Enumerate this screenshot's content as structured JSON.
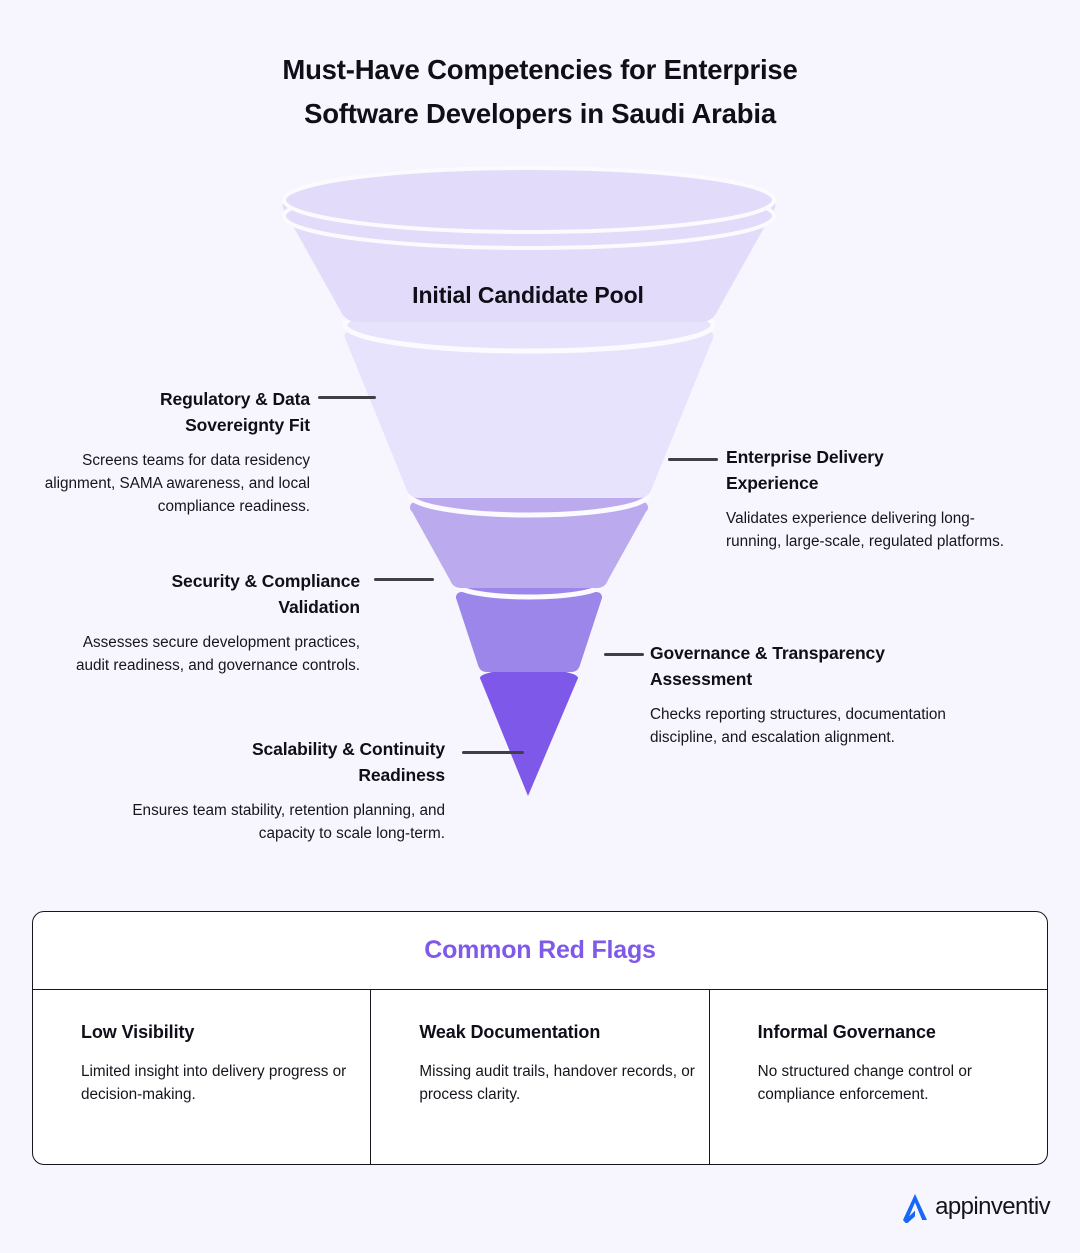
{
  "title": {
    "line1": "Must-Have Competencies for Enterprise",
    "line2": "Software Developers in Saudi Arabia"
  },
  "funnel": {
    "top_label": "Initial Candidate Pool",
    "colors": [
      "#e2dcfa",
      "#e8e3fc",
      "#bcaaef",
      "#9d86ea",
      "#7e58e9"
    ],
    "stages": [
      {
        "side": "left",
        "title": "Regulatory & Data Sovereignty Fit",
        "title_line1": "Regulatory & Data",
        "title_line2": "Sovereignty Fit",
        "description": "Screens teams for data residency alignment, SAMA awareness, and local compliance readiness."
      },
      {
        "side": "right",
        "title": "Enterprise Delivery Experience",
        "title_line1": "Enterprise Delivery",
        "title_line2": "Experience",
        "description": "Validates experience delivering long-running, large-scale, regulated platforms."
      },
      {
        "side": "left",
        "title": "Security & Compliance Validation",
        "title_line1": "Security & Compliance",
        "title_line2": "Validation",
        "description": "Assesses secure development practices, audit readiness, and governance controls."
      },
      {
        "side": "right",
        "title": "Governance & Transparency Assessment",
        "title_line1": "Governance & Transparency",
        "title_line2": "Assessment",
        "description": "Checks reporting structures, documentation discipline, and escalation alignment."
      },
      {
        "side": "left",
        "title": "Scalability & Continuity Readiness",
        "title_line1": "Scalability & Continuity",
        "title_line2": "Readiness",
        "description": "Ensures team stability, retention planning, and capacity to scale long-term."
      }
    ]
  },
  "red_flags": {
    "heading": "Common Red Flags",
    "heading_color": "#7f5ae8",
    "items": [
      {
        "title": "Low Visibility",
        "description": "Limited insight into delivery progress or decision-making."
      },
      {
        "title": "Weak Documentation",
        "description": "Missing audit trails, handover records, or process clarity."
      },
      {
        "title": "Informal Governance",
        "description": "No structured change control or compliance enforcement."
      }
    ]
  },
  "branding": {
    "logo_text": "appinventiv",
    "logo_mark": "appinventiv-a-mark",
    "logo_color": "#1668f5"
  },
  "theme": {
    "background": "#f7f5fd",
    "text": "#100e18",
    "connector": "#403f45",
    "card_background": "#ffffff",
    "card_border": "#17151d"
  }
}
